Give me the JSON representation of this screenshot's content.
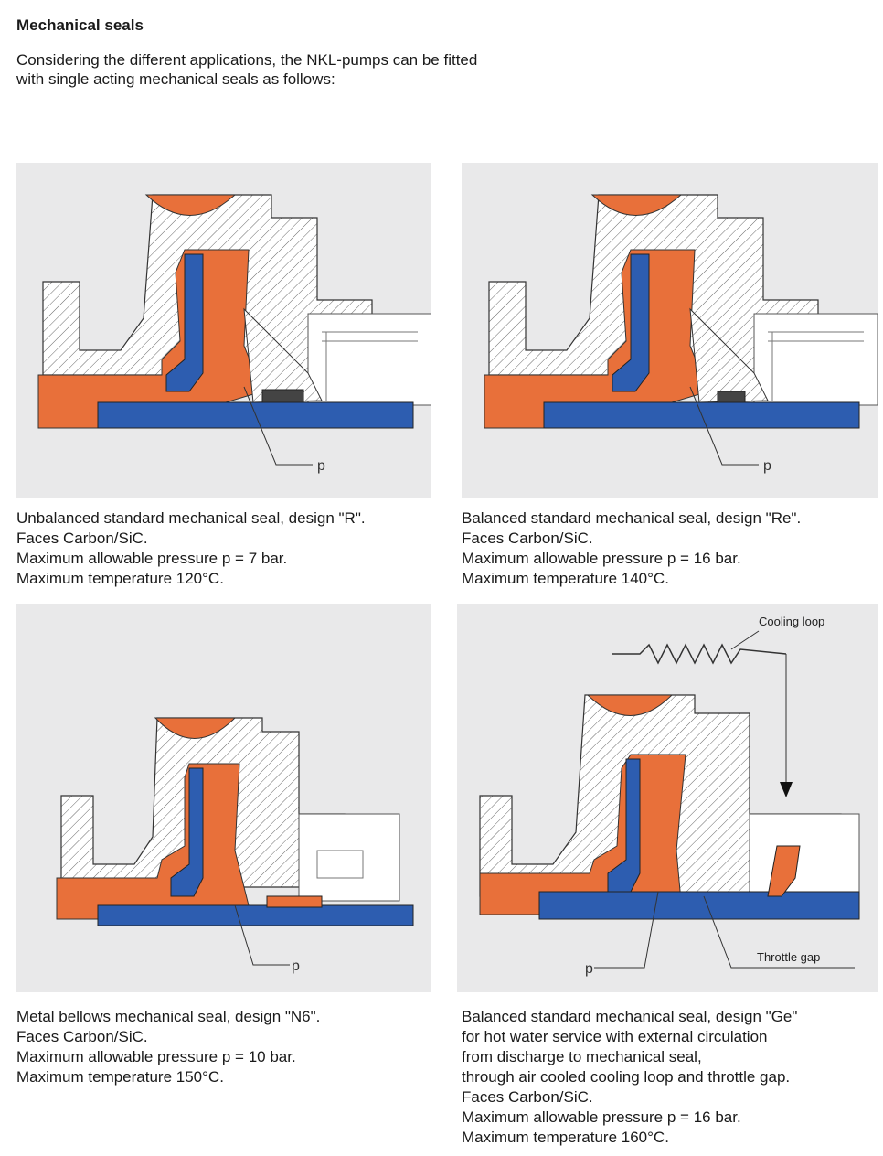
{
  "header": {
    "title": "Mechanical seals",
    "intro_lines": [
      "Considering the different applications, the NKL-pumps can be fitted",
      "with single acting mechanical seals as follows:"
    ]
  },
  "colors": {
    "orange": "#e8703a",
    "blue": "#2d5db0",
    "panel_bg": "#e9e9ea",
    "hatch": "#6a6a6a"
  },
  "panels": [
    {
      "id": "r",
      "label_p": "p",
      "caption": [
        "Unbalanced standard mechanical seal, design \"R\".",
        "Faces Carbon/SiC.",
        "Maximum allowable pressure p = 7 bar.",
        "Maximum temperature 120°C."
      ]
    },
    {
      "id": "re",
      "label_p": "p",
      "caption": [
        "Balanced standard mechanical seal, design \"Re\".",
        "Faces Carbon/SiC.",
        "Maximum allowable pressure p = 16 bar.",
        "Maximum temperature 140°C."
      ]
    },
    {
      "id": "n6",
      "label_p": "p",
      "caption": [
        "Metal bellows mechanical seal, design \"N6\".",
        "Faces Carbon/SiC.",
        "Maximum allowable pressure p = 10 bar.",
        "Maximum temperature 150°C."
      ]
    },
    {
      "id": "ge",
      "label_p": "p",
      "label_cooling": "Cooling loop",
      "label_throttle": "Throttle gap",
      "caption": [
        "Balanced standard mechanical seal, design \"Ge\"",
        "for hot water service with external circulation",
        "from discharge to mechanical seal,",
        "through air cooled cooling loop and throttle gap.",
        "Faces Carbon/SiC.",
        "Maximum allowable pressure p = 16 bar.",
        "Maximum temperature 160°C."
      ]
    }
  ]
}
